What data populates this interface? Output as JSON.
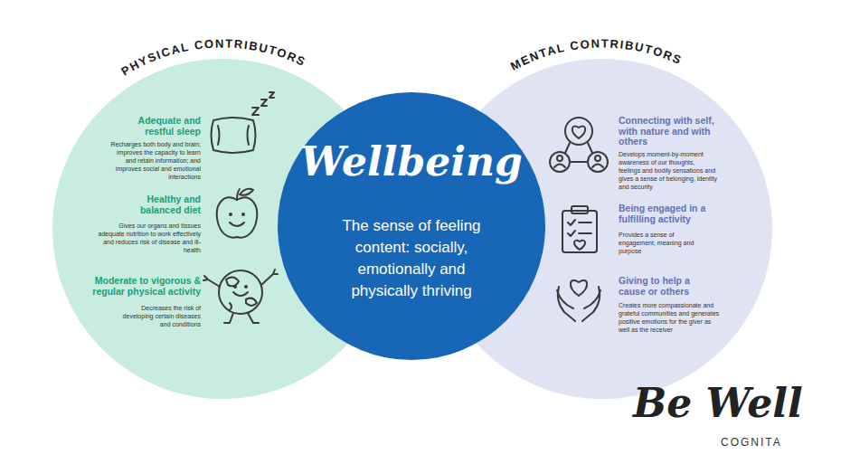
{
  "diagram": {
    "nodes": [
      {
        "text": [
          "PHYSICAL CONTRIBUTORS",
          "Adequate and restful sleep",
          "Recharges both body and brain; improves the capacity to learn and retain information; and improves social and emotional interactions",
          "Healthy and balanced diet",
          "Gives our organs and tissues adequate nutrition to work effectively and reduces risk of disease and ill-health",
          "Moderate to vigorous & regular physical activity",
          "Decreases the risk of developing certain diseases and conditions"
        ]
      },
      {
        "text": [
          "Wellbeing",
          "The sense of feeling content: socially, emotionally and physically thriving"
        ]
      },
      {
        "text": [
          "MENTAL CONTRIBUTORS",
          "Connecting with self, with nature and with others",
          "Develops moment-by-moment awareness of our thoughts, feelings and bodily sensations and gives a sense of belonging, identity and security",
          "Being engaged in a fulfilling activity",
          "Provides a sense of engagement, meaning and purpose",
          "Giving to help a cause or others",
          "Creates more compassionate and grateful communities and generates positive emotions for the giver as well as the receiver"
        ]
      }
    ],
    "labels": [
      "Be Well",
      "COGNITA"
    ]
  }
}
